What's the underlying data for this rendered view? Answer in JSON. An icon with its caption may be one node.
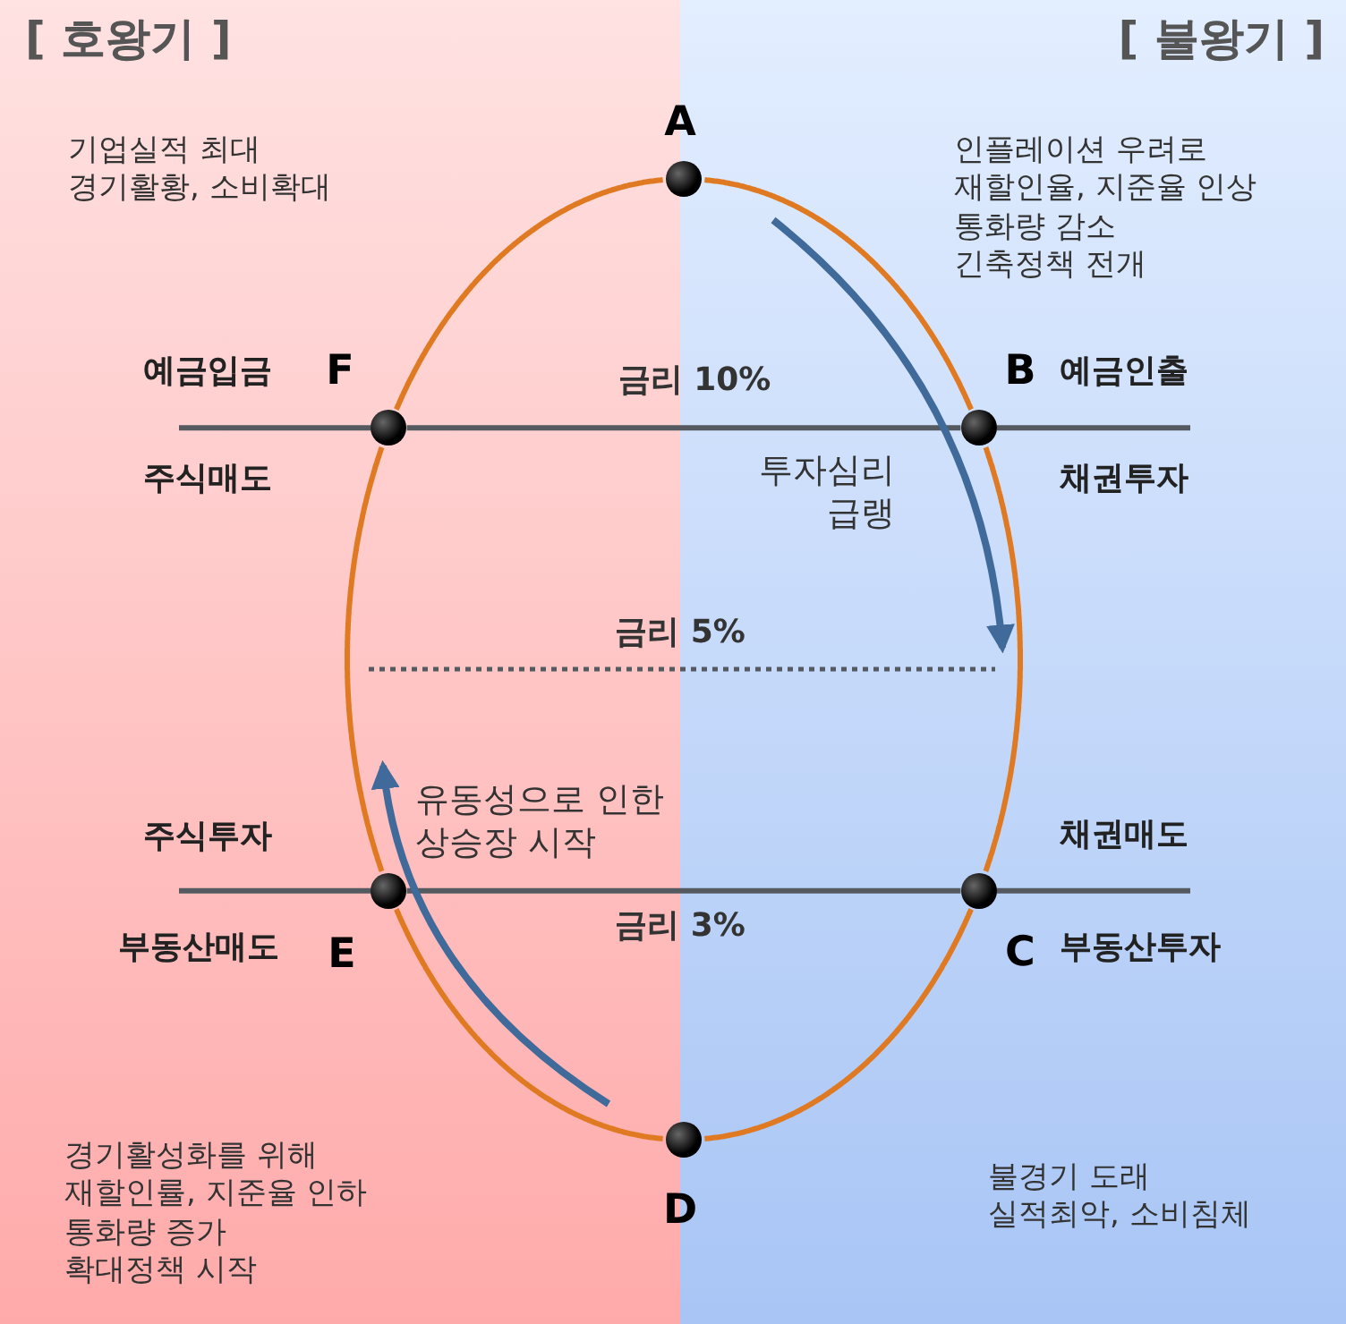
{
  "diagram": {
    "nodes": [
      {
        "text": [],
        "shape": "circle",
        "beside": [
          "A"
        ]
      },
      {
        "text": [],
        "shape": "circle",
        "beside": [
          "B",
          "예금인출",
          "채권투자"
        ]
      },
      {
        "text": [],
        "shape": "circle",
        "beside": [
          "채권매도",
          "C",
          "부동산투자"
        ]
      },
      {
        "text": [],
        "shape": "circle",
        "beside": [
          "D"
        ]
      },
      {
        "text": [],
        "shape": "circle",
        "beside": [
          "주식투자",
          "부동산매도",
          "E"
        ]
      },
      {
        "text": [],
        "shape": "circle",
        "beside": [
          "예금입금",
          "F",
          "주식매도"
        ]
      }
    ],
    "edges": [
      {
        "from": 0,
        "to": 1,
        "arrow": "none"
      },
      {
        "from": 1,
        "to": 2,
        "arrow": "none"
      },
      {
        "from": 2,
        "to": 3,
        "arrow": "none"
      },
      {
        "from": 3,
        "to": 4,
        "arrow": "none"
      },
      {
        "from": 4,
        "to": 5,
        "arrow": "none"
      },
      {
        "from": 5,
        "to": 0,
        "arrow": "none"
      },
      {
        "from": null,
        "to": 5,
        "arrow": "none",
        "color": "#555a60"
      },
      {
        "from": 5,
        "to": 1,
        "arrow": "none",
        "color": "#555a60"
      },
      {
        "from": 1,
        "to": null,
        "arrow": "none",
        "color": "#555a60"
      },
      {
        "from": null,
        "to": 4,
        "arrow": "none",
        "color": "#555a60"
      },
      {
        "from": 4,
        "to": 2,
        "arrow": "none",
        "color": "#555a60"
      },
      {
        "from": 2,
        "to": null,
        "arrow": "none",
        "color": "#555a60"
      }
    ],
    "labels": [
      "[ 호왕기 ]",
      "[ 불왕기 ]",
      "기업실적 최대 경기활황, 소비확대",
      "인플레이션 우려로 재할인율, 지준율 인상 통화량 감소 긴축정책 전개",
      "금리 10%",
      "투자심리 급랭",
      "금리 5%",
      "유동성으로 인한 상승장 시작",
      "금리 3%",
      "경기활성화를 위해 재할인률, 지준율 인하 통화량 증가 확대정책 시작",
      "불경기 도래 실적최악, 소비침체"
    ]
  }
}
